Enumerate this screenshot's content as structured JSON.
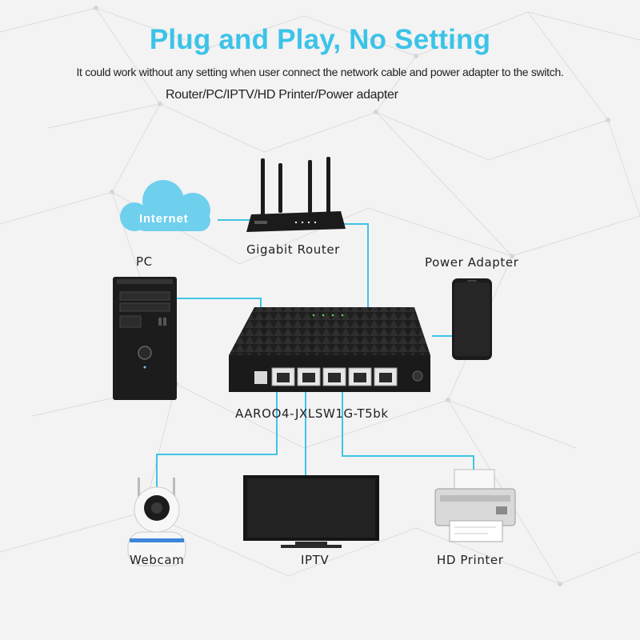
{
  "header": {
    "title": "Plug and Play, No Setting",
    "subtitle": "It could work without any setting when user connect the network cable and power adapter to the switch.",
    "devices_line": "Router/PC/IPTV/HD Printer/Power adapter"
  },
  "nodes": {
    "internet": "Internet",
    "router": "Gigabit Router",
    "pc": "PC",
    "power_adapter": "Power Adapter",
    "switch_model": "AAROO4-JXLSW1G-T5bk",
    "webcam": "Webcam",
    "iptv": "IPTV",
    "printer": "HD Printer"
  },
  "colors": {
    "title": "#3cc3e8",
    "cable": "#3fc4e6",
    "cloud": "#6fd0ee",
    "device": "#1b1b1b"
  }
}
